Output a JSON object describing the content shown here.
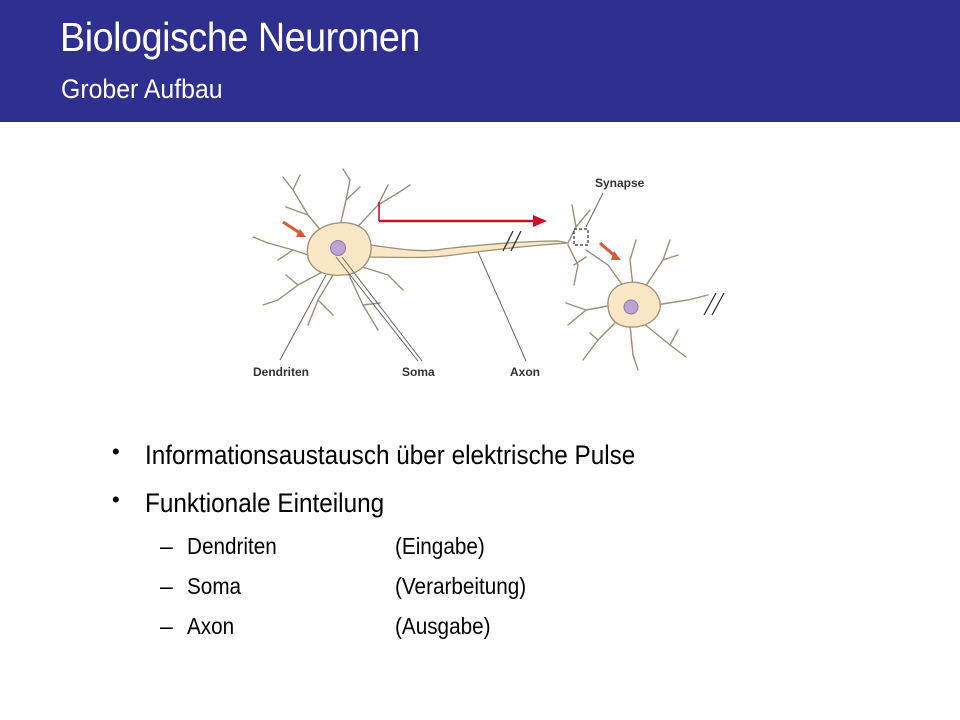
{
  "slide": {
    "title": "Biologische Neuronen",
    "subtitle": "Grober Aufbau"
  },
  "colors": {
    "header_background": "#2e2f8f",
    "header_text": "#ffffff",
    "arrow": "#c8102e",
    "cell_body": "#fbe7c6",
    "cell_outline": "#9a8f78"
  },
  "figure": {
    "labels": {
      "dendriten": "Dendriten",
      "soma": "Soma",
      "axon": "Axon",
      "synapse": "Synapse"
    }
  },
  "bullets": {
    "level1": [
      "Informationsaustausch über elektrische Pulse",
      "Funktionale Einteilung"
    ],
    "level2": [
      {
        "name": "Dendriten",
        "role": "(Eingabe)"
      },
      {
        "name": "Soma",
        "role": "(Verarbeitung)"
      },
      {
        "name": "Axon",
        "role": "(Ausgabe)"
      }
    ]
  }
}
